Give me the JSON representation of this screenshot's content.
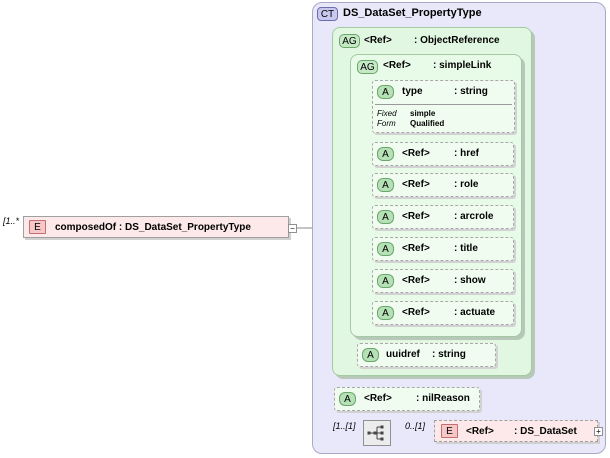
{
  "complex_type": {
    "badge": "CT",
    "name": "DS_DataSet_PropertyType"
  },
  "root_element": {
    "badge": "E",
    "cardinality": "[1..*",
    "name": "composedOf : DS_DataSet_PropertyType"
  },
  "attribute_group_outer": {
    "badge": "AG",
    "ref": "<Ref>",
    "type": ": ObjectReference"
  },
  "attribute_group_inner": {
    "badge": "AG",
    "ref": "<Ref>",
    "type": ": simpleLink"
  },
  "type_attribute": {
    "badge": "A",
    "name": "type",
    "type": ": string",
    "fixed_label": "Fixed",
    "fixed_value": "simple",
    "form_label": "Form",
    "form_value": "Qualified"
  },
  "ref_attributes": [
    {
      "badge": "A",
      "ref": "<Ref>",
      "name": ": href"
    },
    {
      "badge": "A",
      "ref": "<Ref>",
      "name": ": role"
    },
    {
      "badge": "A",
      "ref": "<Ref>",
      "name": ": arcrole"
    },
    {
      "badge": "A",
      "ref": "<Ref>",
      "name": ": title"
    },
    {
      "badge": "A",
      "ref": "<Ref>",
      "name": ": show"
    },
    {
      "badge": "A",
      "ref": "<Ref>",
      "name": ": actuate"
    }
  ],
  "uuidref_attribute": {
    "badge": "A",
    "name": "uuidref",
    "type": ": string"
  },
  "nilreason_attribute": {
    "badge": "A",
    "ref": "<Ref>",
    "name": ": nilReason"
  },
  "sequence": {
    "cardinality": "[1..[1]"
  },
  "ds_dataset_element": {
    "badge": "E",
    "cardinality": "0..[1]",
    "ref": "<Ref>",
    "name": ": DS_DataSet"
  }
}
